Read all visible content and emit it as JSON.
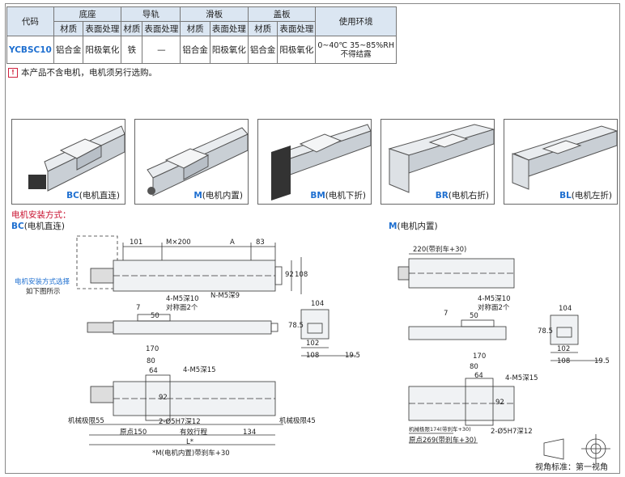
{
  "spec_table": {
    "header_code": "代码",
    "groups": [
      "底座",
      "导轨",
      "滑板",
      "盖板"
    ],
    "env_header": "使用环境",
    "sub_headers": [
      "材质",
      "表面处理",
      "材质",
      "表面处理",
      "材质",
      "表面处理",
      "材质",
      "表面处理"
    ],
    "row": {
      "code": "YCBSC10",
      "cells": [
        "铝合金",
        "阳极氧化",
        "铁",
        "—",
        "铝合金",
        "阳极氧化",
        "铝合金",
        "阳极氧化"
      ],
      "env_line1": "0~40℃  35~85%RH",
      "env_line2": "不得结露"
    }
  },
  "note": "本产品不含电机，电机须另行选购。",
  "thumbnails": [
    {
      "code": "BC",
      "label": "(电机直连)"
    },
    {
      "code": "M",
      "label": "(电机内置)"
    },
    {
      "code": "BM",
      "label": "(电机下折)"
    },
    {
      "code": "BR",
      "label": "(电机右折)"
    },
    {
      "code": "BL",
      "label": "(电机左折)"
    }
  ],
  "left_section": {
    "title": "电机安装方式：",
    "subtitle_code": "BC",
    "subtitle_label": "(电机直连)",
    "side_note_1": "电机安装方式选择",
    "side_note_2": "如下图所示",
    "dims": {
      "d101": "101",
      "dM200": "M×200",
      "dA": "A",
      "d83": "83",
      "d92": "92",
      "d108": "108",
      "nm5": "N-M5深9",
      "m5_10": "4-M5深10",
      "sym2": "对称面2个",
      "d7": "7",
      "d50": "50",
      "d104": "104",
      "d785": "78.5",
      "d102": "102",
      "d108b": "108",
      "d195": "19.5",
      "d170": "170",
      "d80": "80",
      "d64": "64",
      "m5_15": "4-M5深15",
      "d92b": "92",
      "pin": "2-Ø5H7深12",
      "limit1": "机械极限55",
      "origin": "原点150",
      "stroke": "有效行程",
      "d134": "134",
      "limit2": "机械极限45",
      "L": "L*",
      "footnote": "*M(电机内置)带刹车+30"
    }
  },
  "right_section": {
    "subtitle_code": "M",
    "subtitle_label": "(电机内置)",
    "dims": {
      "d220": "220(带刹车+30)",
      "m5_10": "4-M5深10",
      "sym2": "对称面2个",
      "d7": "7",
      "d50": "50",
      "d104": "104",
      "d785": "78.5",
      "d102": "102",
      "d108": "108",
      "d195": "19.5",
      "d170": "170",
      "d80": "80",
      "d64": "64",
      "m5_15": "4-M5深15",
      "d92": "92",
      "limit": "机械极限174(带刹车+30)",
      "origin": "原点269(带刹车+30)",
      "pin": "2-Ø5H7深12"
    }
  },
  "view_standard": "视角标准：第一视角"
}
